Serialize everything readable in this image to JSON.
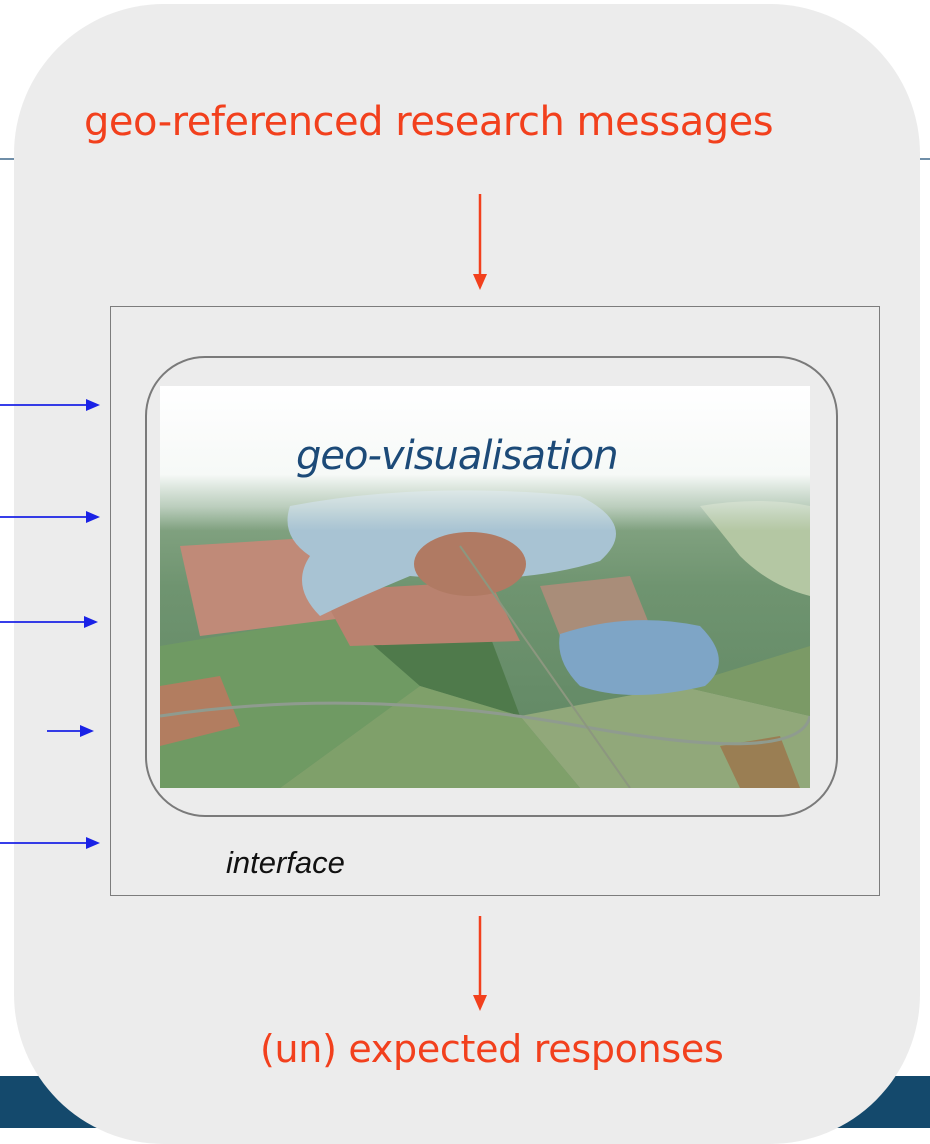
{
  "diagram": {
    "title": "geo-referenced research messages",
    "center_label": "geo-visualisation",
    "frame_label": "interface",
    "output_label": "(un) expected responses"
  },
  "colors": {
    "accent": "#f2401d",
    "blue_arrows": "#1a22e6",
    "panel": "#ececec",
    "bottom_bar": "#14496c"
  }
}
